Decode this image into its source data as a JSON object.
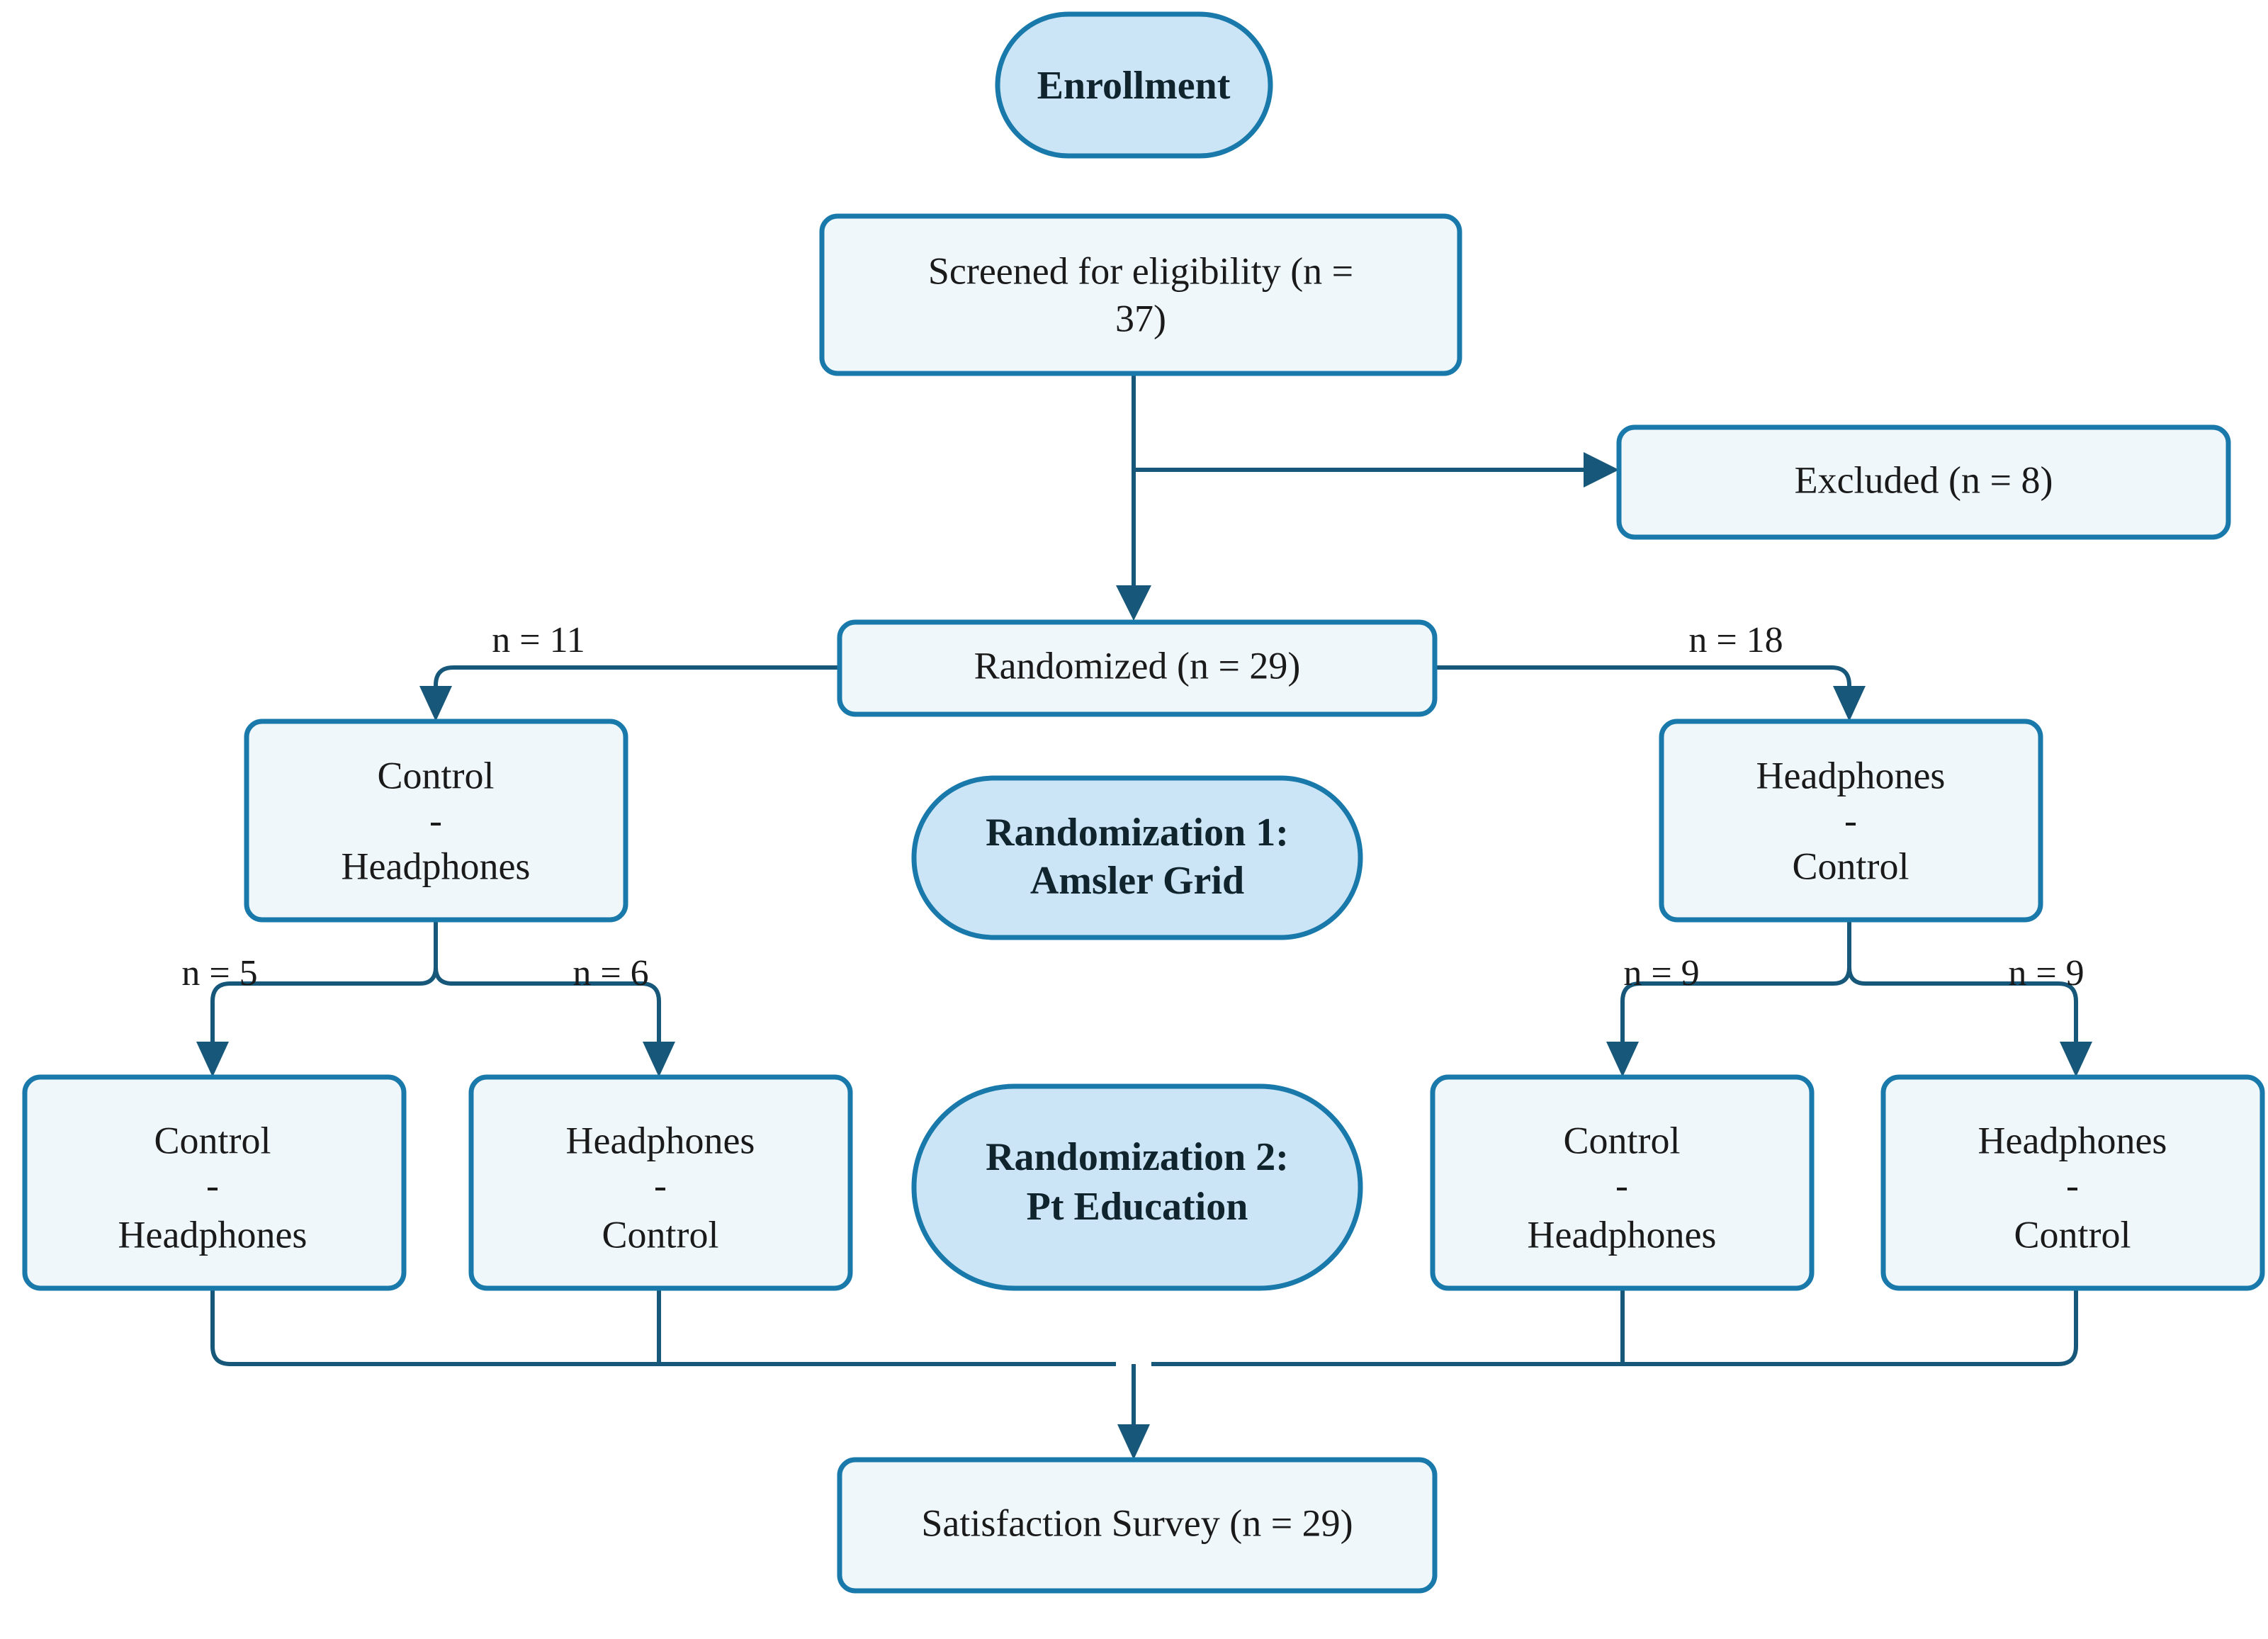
{
  "diagram": {
    "title": "CONSORT-style randomized crossover trial flow diagram",
    "colors": {
      "box_fill": "#eff7fb",
      "stadium_fill": "#cce5f6",
      "border": "#1a79ab",
      "edge": "#17587a",
      "text": "#1a1a1a",
      "background": "#ffffff"
    },
    "nodes": {
      "enrollment": {
        "label": "Enrollment",
        "shape": "stadium",
        "bold": true
      },
      "screened": {
        "label_line1": "Screened for eligibility (n =",
        "label_line2": "37)",
        "shape": "rect",
        "bold": false
      },
      "excluded": {
        "label": "Excluded (n = 8)",
        "shape": "rect",
        "bold": false
      },
      "randomized": {
        "label": "Randomized (n = 29)",
        "shape": "rect",
        "bold": false
      },
      "randomization1": {
        "label_line1": "Randomization 1:",
        "label_line2": "Amsler Grid",
        "shape": "stadium",
        "bold": true
      },
      "randomization2": {
        "label_line1": "Randomization 2:",
        "label_line2": "Pt Education",
        "shape": "stadium",
        "bold": true
      },
      "arm_left": {
        "label_line1": "Control",
        "label_line2": "-",
        "label_line3": "Headphones",
        "shape": "rect",
        "bold": false
      },
      "arm_right": {
        "label_line1": "Headphones",
        "label_line2": "-",
        "label_line3": "Control",
        "shape": "rect",
        "bold": false
      },
      "leaf1": {
        "label_line1": "Control",
        "label_line2": "-",
        "label_line3": "Headphones",
        "shape": "rect",
        "bold": false
      },
      "leaf2": {
        "label_line1": "Headphones",
        "label_line2": "-",
        "label_line3": "Control",
        "shape": "rect",
        "bold": false
      },
      "leaf3": {
        "label_line1": "Control",
        "label_line2": "-",
        "label_line3": "Headphones",
        "shape": "rect",
        "bold": false
      },
      "leaf4": {
        "label_line1": "Headphones",
        "label_line2": "-",
        "label_line3": "Control",
        "shape": "rect",
        "bold": false
      },
      "survey": {
        "label": "Satisfaction Survey (n = 29)",
        "shape": "rect",
        "bold": false
      }
    },
    "edge_labels": {
      "randomized_to_left": "n = 11",
      "randomized_to_right": "n = 18",
      "left_to_leaf1": "n = 5",
      "left_to_leaf2": "n = 6",
      "right_to_leaf3": "n = 9",
      "right_to_leaf4": "n = 9"
    },
    "chart_data": {
      "type": "flowchart",
      "counts": {
        "screened": 37,
        "excluded": 8,
        "randomized": 29,
        "arm_control_headphones": 11,
        "arm_headphones_control": 18,
        "leaf_control_headphones_a": 5,
        "leaf_headphones_control_a": 6,
        "leaf_control_headphones_b": 9,
        "leaf_headphones_control_b": 9,
        "satisfaction_survey": 29
      }
    }
  }
}
